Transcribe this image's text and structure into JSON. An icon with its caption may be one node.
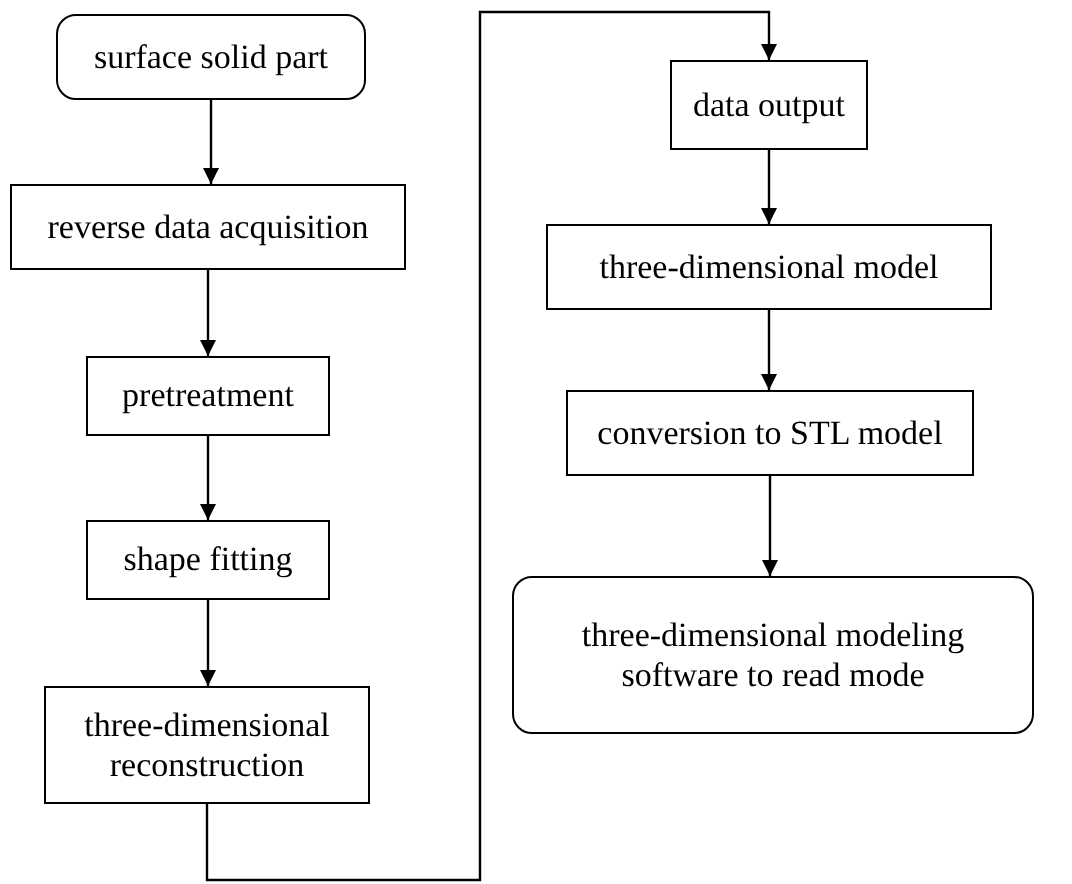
{
  "diagram": {
    "nodes": [
      {
        "text": [
          "surface solid part"
        ]
      },
      {
        "text": [
          "reverse data acquisition"
        ]
      },
      {
        "text": [
          "pretreatment"
        ]
      },
      {
        "text": [
          "shape fitting"
        ]
      },
      {
        "text": [
          "three-dimensional reconstruction"
        ]
      },
      {
        "text": [
          "data output"
        ]
      },
      {
        "text": [
          "three-dimensional model"
        ]
      },
      {
        "text": [
          "conversion to STL model"
        ]
      },
      {
        "text": [
          "three-dimensional modeling software to read mode"
        ]
      }
    ],
    "edges": [
      {
        "from": 0,
        "to": 1,
        "arrow": "to"
      },
      {
        "from": 1,
        "to": 2,
        "arrow": "to"
      },
      {
        "from": 2,
        "to": 3,
        "arrow": "to"
      },
      {
        "from": 3,
        "to": 4,
        "arrow": "to"
      },
      {
        "from": 4,
        "to": 5,
        "arrow": "to"
      },
      {
        "from": 5,
        "to": 6,
        "arrow": "to"
      },
      {
        "from": 6,
        "to": 7,
        "arrow": "to"
      },
      {
        "from": 7,
        "to": 8,
        "arrow": "to"
      }
    ]
  }
}
